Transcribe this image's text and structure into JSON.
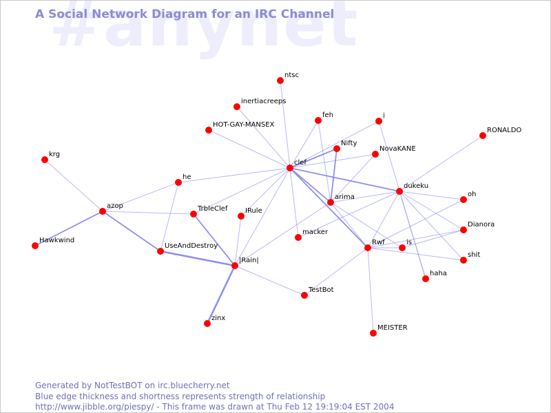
{
  "watermark": "#anynet",
  "title": "A Social Network Diagram for an IRC Channel",
  "colors": {
    "node": "#ff0000",
    "edge": "#8888ee",
    "title": "#8c8cd2",
    "watermark": "#ededfb",
    "footer": "#7070b8"
  },
  "nodes": [
    {
      "id": "ntsc",
      "label": "ntsc"
    },
    {
      "id": "inertiacreeps",
      "label": "inertiacreeps"
    },
    {
      "id": "feh",
      "label": "feh"
    },
    {
      "id": "i",
      "label": "i"
    },
    {
      "id": "HOT-GAY-MANSEX",
      "label": "HOT-GAY-MANSEX"
    },
    {
      "id": "RONALDO",
      "label": "RONALDO"
    },
    {
      "id": "Nifty",
      "label": "Nifty"
    },
    {
      "id": "NovaKANE",
      "label": "NovaKANE"
    },
    {
      "id": "krg",
      "label": "krg"
    },
    {
      "id": "clef",
      "label": "clef"
    },
    {
      "id": "he",
      "label": "he"
    },
    {
      "id": "dukeku",
      "label": "dukeku"
    },
    {
      "id": "oh",
      "label": "oh"
    },
    {
      "id": "arima",
      "label": "arima"
    },
    {
      "id": "azop",
      "label": "azop"
    },
    {
      "id": "TrbleClef",
      "label": "TrbleClef"
    },
    {
      "id": "IRule",
      "label": "IRule"
    },
    {
      "id": "Dianora",
      "label": "Dianora"
    },
    {
      "id": "macker",
      "label": "macker"
    },
    {
      "id": "Hawkwind",
      "label": "Hawkwind"
    },
    {
      "id": "Rwf",
      "label": "Rwf"
    },
    {
      "id": "is",
      "label": "is"
    },
    {
      "id": "UseAndDestroy",
      "label": "UseAndDestroy"
    },
    {
      "id": "shit",
      "label": "shit"
    },
    {
      "id": "Rain",
      "label": "|Rain|"
    },
    {
      "id": "haha",
      "label": "haha"
    },
    {
      "id": "TestBot",
      "label": "TestBot"
    },
    {
      "id": "zinx",
      "label": "zinx"
    },
    {
      "id": "MEISTER",
      "label": "MEISTER"
    }
  ],
  "edges": [
    [
      "clef",
      "ntsc",
      1
    ],
    [
      "clef",
      "inertiacreeps",
      1
    ],
    [
      "clef",
      "HOT-GAY-MANSEX",
      1
    ],
    [
      "clef",
      "feh",
      1
    ],
    [
      "clef",
      "i",
      1
    ],
    [
      "clef",
      "Nifty",
      2
    ],
    [
      "clef",
      "NovaKANE",
      1
    ],
    [
      "clef",
      "he",
      1
    ],
    [
      "clef",
      "dukeku",
      2
    ],
    [
      "clef",
      "arima",
      2
    ],
    [
      "clef",
      "TrbleClef",
      1
    ],
    [
      "clef",
      "IRule",
      1
    ],
    [
      "clef",
      "macker",
      1
    ],
    [
      "clef",
      "Rwf",
      2
    ],
    [
      "clef",
      "Rain",
      1
    ],
    [
      "Nifty",
      "arima",
      2
    ],
    [
      "arima",
      "feh",
      1
    ],
    [
      "arima",
      "NovaKANE",
      1
    ],
    [
      "arima",
      "dukeku",
      1
    ],
    [
      "arima",
      "Rwf",
      1
    ],
    [
      "arima",
      "is",
      1
    ],
    [
      "arima",
      "Rain",
      1
    ],
    [
      "i",
      "haha",
      1
    ],
    [
      "dukeku",
      "RONALDO",
      1
    ],
    [
      "dukeku",
      "oh",
      1
    ],
    [
      "dukeku",
      "Dianora",
      1
    ],
    [
      "dukeku",
      "shit",
      1
    ],
    [
      "dukeku",
      "Rwf",
      1
    ],
    [
      "dukeku",
      "haha",
      1
    ],
    [
      "dukeku",
      "macker",
      1
    ],
    [
      "krg",
      "azop",
      1
    ],
    [
      "azop",
      "he",
      1
    ],
    [
      "azop",
      "TrbleClef",
      1
    ],
    [
      "azop",
      "Hawkwind",
      2
    ],
    [
      "azop",
      "UseAndDestroy",
      2
    ],
    [
      "he",
      "UseAndDestroy",
      1
    ],
    [
      "UseAndDestroy",
      "Rain",
      3
    ],
    [
      "TrbleClef",
      "Rain",
      2
    ],
    [
      "IRule",
      "Rain",
      1
    ],
    [
      "Rain",
      "zinx",
      3
    ],
    [
      "Rain",
      "TestBot",
      1
    ],
    [
      "TestBot",
      "Rwf",
      1
    ],
    [
      "Rwf",
      "MEISTER",
      1
    ],
    [
      "Rwf",
      "is",
      1
    ],
    [
      "Rwf",
      "Dianora",
      1
    ],
    [
      "Rwf",
      "shit",
      1
    ],
    [
      "Rwf",
      "oh",
      1
    ],
    [
      "is",
      "Dianora",
      1
    ]
  ],
  "footer": {
    "line1": "Generated by NotTestBOT on irc.bluecherry.net",
    "line2": "Blue edge thickness and shortness represents strength of relationship",
    "line3": "http://www.jibble.org/piespy/ - This frame was drawn at Thu Feb 12 19:19:04 EST 2004"
  }
}
